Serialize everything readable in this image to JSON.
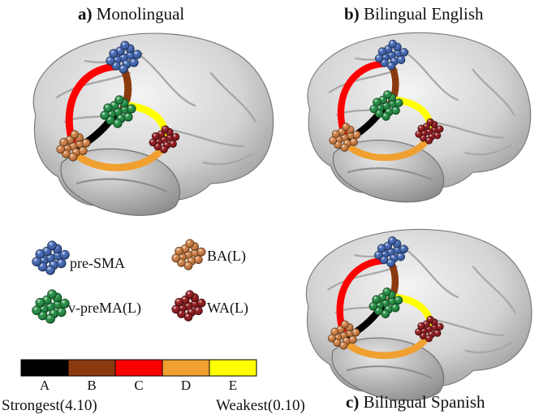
{
  "panels": [
    {
      "id": "a",
      "letter": "a)",
      "title": "Monolingual"
    },
    {
      "id": "b",
      "letter": "b)",
      "title": "Bilingual English"
    },
    {
      "id": "c",
      "letter": "c)",
      "title": "Bilingual Spanish"
    }
  ],
  "regions": [
    {
      "key": "presma",
      "label": "pre-SMA",
      "color": "#3d62b0"
    },
    {
      "key": "ba",
      "label": "BA(L)",
      "color": "#cc7a3e"
    },
    {
      "key": "vpre",
      "label": "v-preMA(L)",
      "color": "#1d8a3e"
    },
    {
      "key": "wa",
      "label": "WA(L)",
      "color": "#8e1418"
    }
  ],
  "scale": {
    "levels": [
      {
        "letter": "A",
        "color": "#000000"
      },
      {
        "letter": "B",
        "color": "#8b3a0f"
      },
      {
        "letter": "C",
        "color": "#ff0000"
      },
      {
        "letter": "D",
        "color": "#f0a030"
      },
      {
        "letter": "E",
        "color": "#ffff00"
      }
    ],
    "strongest": "Strongest(4.10)",
    "weakest": "Weakest(0.10)"
  },
  "connections": {
    "a": {
      "presma_vpre": "B",
      "presma_ba": "C",
      "vpre_ba": "A",
      "vpre_wa": "E",
      "ba_wa": "D"
    },
    "b": {
      "presma_vpre": "B",
      "presma_ba": "C",
      "vpre_ba": "A",
      "vpre_wa": "E",
      "ba_wa": "D"
    },
    "c": {
      "presma_vpre": "B",
      "presma_ba": "C",
      "vpre_ba": "A",
      "vpre_wa": "E",
      "ba_wa": "D"
    }
  }
}
